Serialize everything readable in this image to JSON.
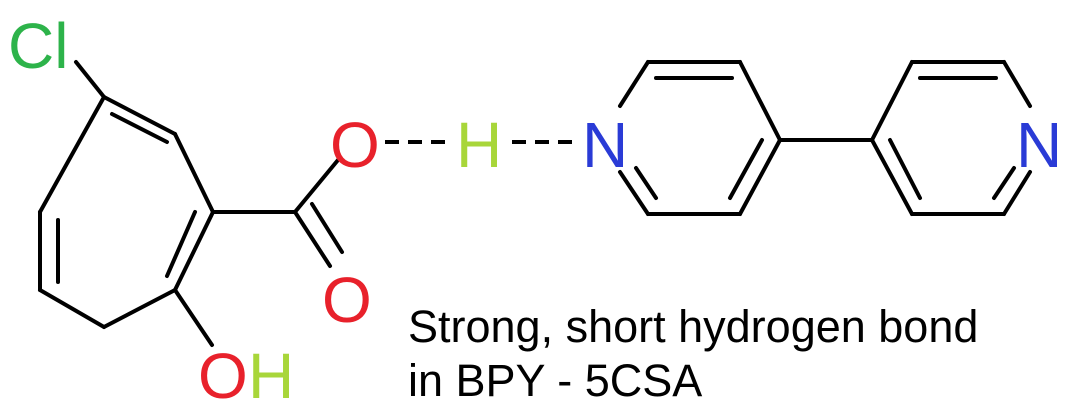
{
  "atoms": {
    "chlorine": {
      "label": "Cl",
      "color": "#2db34a"
    },
    "acid_oxygen": {
      "label": "O",
      "color": "#e8212b"
    },
    "shared_hydrogen": {
      "label": "H",
      "color": "#a8d63a"
    },
    "pyridine_nitrogen_1": {
      "label": "N",
      "color": "#2a3bd6"
    },
    "carbonyl_oxygen": {
      "label": "O",
      "color": "#e8212b"
    },
    "hydroxyl_oxygen": {
      "label": "O",
      "color": "#e8212b"
    },
    "hydroxyl_hydrogen": {
      "label": "H",
      "color": "#a8d63a"
    },
    "pyridine_nitrogen_2": {
      "label": "N",
      "color": "#2a3bd6"
    }
  },
  "caption": {
    "line1": "Strong, short hydrogen bond",
    "line2": "in BPY - 5CSA"
  }
}
